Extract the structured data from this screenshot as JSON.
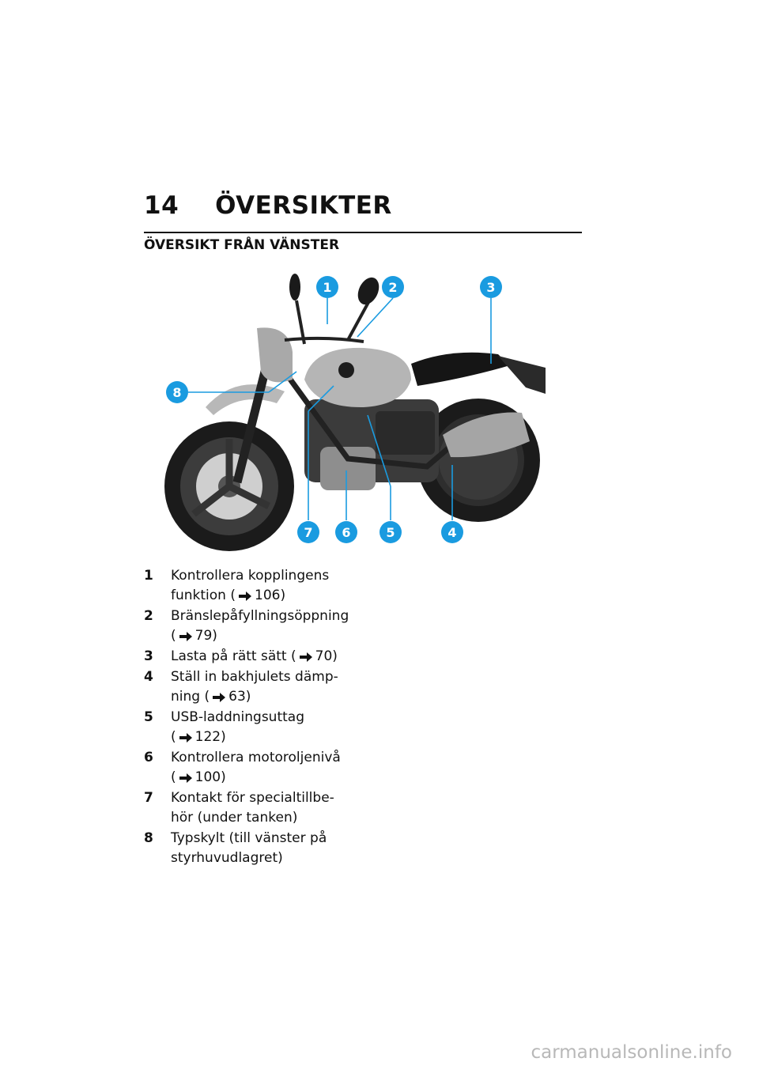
{
  "header": {
    "page_number": "14",
    "chapter_title": "ÖVERSIKTER",
    "section_title": "ÖVERSIKT FRÅN VÄNSTER"
  },
  "figure": {
    "callouts": [
      "1",
      "2",
      "3",
      "4",
      "5",
      "6",
      "7",
      "8"
    ],
    "callout_color": "#1a9be0"
  },
  "items": [
    {
      "num": "1",
      "lines": [
        "Kontrollera kopplingens",
        "funktion"
      ],
      "ref": "106"
    },
    {
      "num": "2",
      "lines": [
        "Bränslepåfyllningsöppning"
      ],
      "ref": "79"
    },
    {
      "num": "3",
      "lines": [
        "Lasta på rätt sätt"
      ],
      "ref": "70"
    },
    {
      "num": "4",
      "lines": [
        "Ställ in bakhjulets dämp-",
        "ning"
      ],
      "ref": "63"
    },
    {
      "num": "5",
      "lines": [
        "USB-laddningsuttag"
      ],
      "ref": "122"
    },
    {
      "num": "6",
      "lines": [
        "Kontrollera motoroljenivå"
      ],
      "ref": "100"
    },
    {
      "num": "7",
      "lines": [
        "Kontakt för specialtillbe-",
        "hör (under tanken)"
      ],
      "ref": ""
    },
    {
      "num": "8",
      "lines": [
        "Typskylt (till vänster på",
        "styrhuvudlagret)"
      ],
      "ref": ""
    }
  ],
  "footer": {
    "watermark": "carmanualsonline.info"
  }
}
